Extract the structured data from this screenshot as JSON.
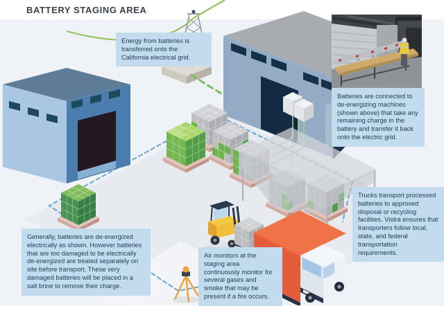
{
  "title": "BATTERY STAGING AREA",
  "callouts": {
    "grid": "Energy from batteries is transferred onto the California electrical grid.",
    "deenergizing": "Batteries are connected to de-energizing machines (shown above) that take any remaining charge in the battery and transfer it back onto the electric grid.",
    "transport": "Trucks transport processed batteries to approved disposal or recycling facilities. Vistra ensures that transporters follow local, state, and federal transportation requirements.",
    "damaged_batteries": "Generally, batteries are de-energized electrically as shown. However batteries that are too damaged to be electrically de-energized are treated separately on site before transport. These very damaged batteries will be placed in a salt brine to remove their charge.",
    "air_monitors": "Air monitors at the staging area continuously monitor for several gases and smoke that may be present if a fire occurs."
  },
  "scene": {
    "elements": [
      "transmission-tower",
      "power-lines",
      "warehouse-left",
      "warehouse-right",
      "de-energizing-machines-photo",
      "battery-pallet-stacks",
      "damaged-battery-stack",
      "canopy-tent",
      "forklift",
      "transport-truck",
      "air-monitor-tripod",
      "staging-area-boundary",
      "energy-flow-dashed-line",
      "battery-conduits"
    ]
  },
  "colors": {
    "callout_bg": "#c2dcee",
    "callout_text": "#1e3a55",
    "title_text": "#3b414b",
    "wire_green": "#94c25c",
    "boundary_blue": "#5b9bd1",
    "truck_orange": "#e55c38",
    "forklift_yellow": "#f3bf3a",
    "battery_green": "#6fb24e",
    "battery_green_dark": "#4a9350",
    "battery_gray": "#bdbec1",
    "building_blue": "#4b7dae",
    "building_light_blue": "#a9c7e3",
    "building_gray_blue": "#93abc4",
    "background": "#eff2f6"
  }
}
